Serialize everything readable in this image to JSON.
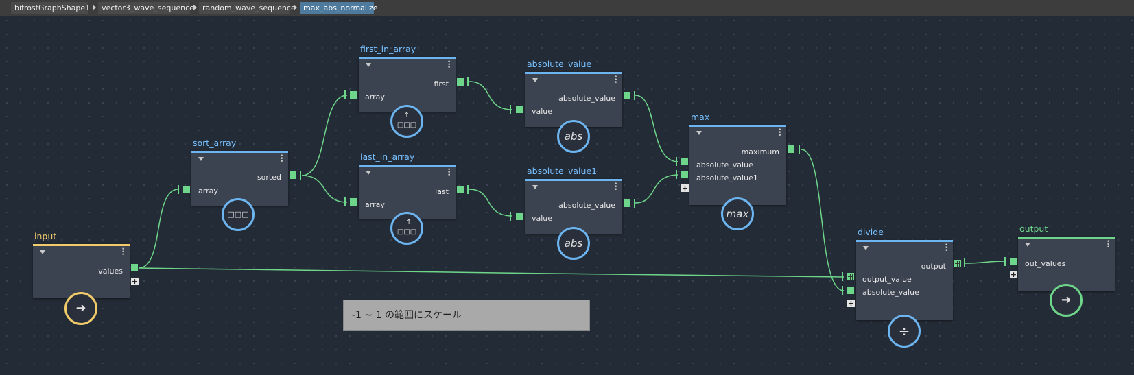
{
  "breadcrumbs": [
    {
      "label": "bifrostGraphShape1"
    },
    {
      "label": "vector3_wave_sequence"
    },
    {
      "label": "random_wave_sequence"
    },
    {
      "label": "max_abs_normalize"
    }
  ],
  "nodes": {
    "input": {
      "title": "input",
      "out_port": "values"
    },
    "sort_array": {
      "title": "sort_array",
      "in_port": "array",
      "out_port": "sorted"
    },
    "first_in_array": {
      "title": "first_in_array",
      "in_port": "array",
      "out_port": "first"
    },
    "last_in_array": {
      "title": "last_in_array",
      "in_port": "array",
      "out_port": "last"
    },
    "absolute_value": {
      "title": "absolute_value",
      "in_port": "value",
      "out_port": "absolute_value",
      "symbol": "abs"
    },
    "absolute_value1": {
      "title": "absolute_value1",
      "in_port": "value",
      "out_port": "absolute_value",
      "symbol": "abs"
    },
    "max": {
      "title": "max",
      "in_port_1": "absolute_value",
      "in_port_2": "absolute_value1",
      "out_port": "maximum",
      "symbol": "max"
    },
    "divide": {
      "title": "divide",
      "in_port_1": "output_value",
      "in_port_2": "absolute_value",
      "out_port": "output",
      "symbol": "÷"
    },
    "output": {
      "title": "output",
      "in_port": "out_values"
    }
  },
  "comment": {
    "text": "-1 ~ 1 の範囲にスケール"
  },
  "colors": {
    "canvas": "#232b36",
    "node_header": "#6cb5f0",
    "input_header": "#f2cc6b",
    "output_header": "#6ed68a",
    "wire": "#6ed68a",
    "node_body": "#3c4350"
  },
  "icons": {
    "node_menu": "kebab-icon",
    "collapse": "triangle-down-icon",
    "add_port": "plus-icon"
  }
}
